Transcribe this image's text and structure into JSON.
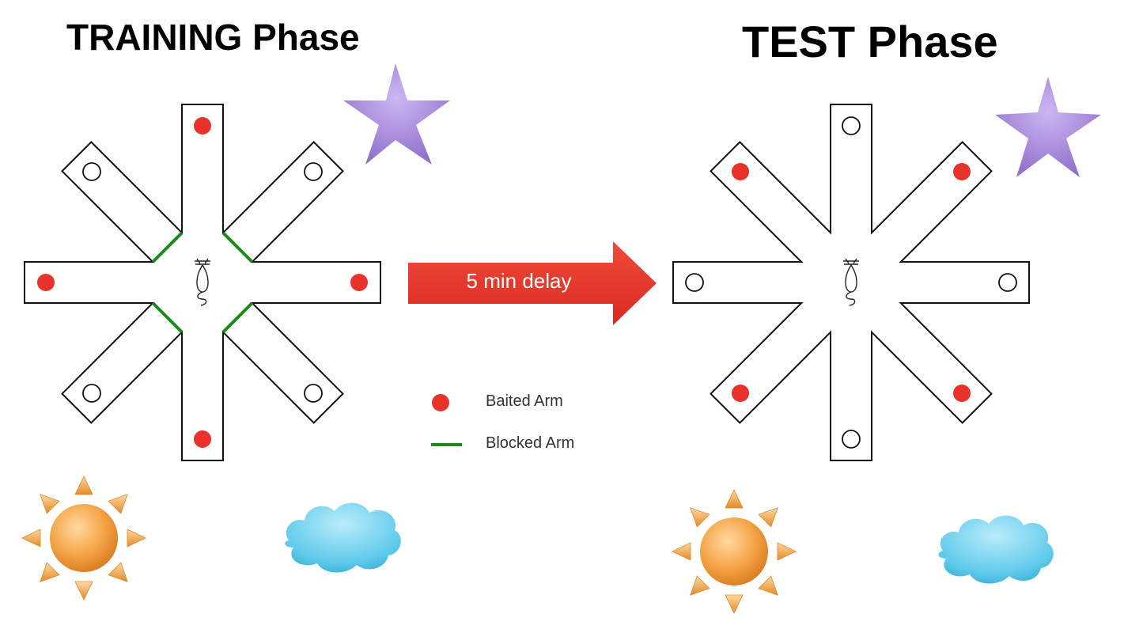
{
  "training": {
    "title": "TRAINING Phase",
    "baited_arms": [
      "N",
      "E",
      "S",
      "W"
    ],
    "unbaited_arms": [
      "NE",
      "SE",
      "SW",
      "NW"
    ],
    "blocked_arms": [
      "NE",
      "SE",
      "SW",
      "NW"
    ]
  },
  "test": {
    "title": "TEST Phase",
    "baited_arms": [
      "NE",
      "SE",
      "SW",
      "NW"
    ],
    "unbaited_arms": [
      "N",
      "E",
      "S",
      "W"
    ],
    "blocked_arms": []
  },
  "transition": {
    "label": "5 min delay"
  },
  "legend": {
    "baited_label": "Baited Arm",
    "blocked_label": "Blocked Arm"
  },
  "colors": {
    "baited": "#e8322a",
    "blocked": "#1a8a1a",
    "arrow": "#e8322a",
    "star": "#a98ad6",
    "sun": "#f0a040",
    "cloud": "#5ec9ea",
    "maze_outline": "#111111"
  },
  "icons": {
    "cue_star": "star-icon",
    "cue_sun": "sun-icon",
    "cue_cloud": "cloud-icon",
    "subject": "rat-icon"
  }
}
